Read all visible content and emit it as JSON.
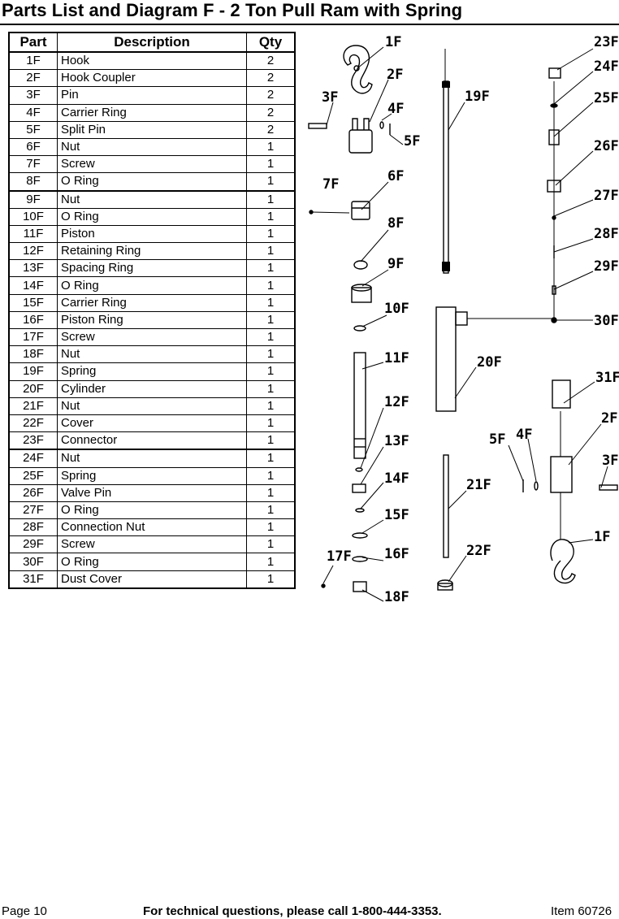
{
  "header": {
    "title": "Parts List and Diagram F - 2 Ton Pull Ram with Spring"
  },
  "table": {
    "headers": [
      "Part",
      "Description",
      "Qty"
    ],
    "rows": [
      [
        "1F",
        "Hook",
        "2"
      ],
      [
        "2F",
        "Hook Coupler",
        "2"
      ],
      [
        "3F",
        "Pin",
        "2"
      ],
      [
        "4F",
        "Carrier Ring",
        "2"
      ],
      [
        "5F",
        "Split Pin",
        "2"
      ],
      [
        "6F",
        "Nut",
        "1"
      ],
      [
        "7F",
        "Screw",
        "1"
      ],
      [
        "8F",
        "O Ring",
        "1"
      ],
      [
        "9F",
        "Nut",
        "1"
      ],
      [
        "10F",
        "O Ring",
        "1"
      ],
      [
        "11F",
        "Piston",
        "1"
      ],
      [
        "12F",
        "Retaining Ring",
        "1"
      ],
      [
        "13F",
        "Spacing Ring",
        "1"
      ],
      [
        "14F",
        "O Ring",
        "1"
      ],
      [
        "15F",
        "Carrier Ring",
        "1"
      ],
      [
        "16F",
        "Piston Ring",
        "1"
      ],
      [
        "17F",
        "Screw",
        "1"
      ],
      [
        "18F",
        "Nut",
        "1"
      ],
      [
        "19F",
        "Spring",
        "1"
      ],
      [
        "20F",
        "Cylinder",
        "1"
      ],
      [
        "21F",
        "Nut",
        "1"
      ],
      [
        "22F",
        "Cover",
        "1"
      ],
      [
        "23F",
        "Connector",
        "1"
      ],
      [
        "24F",
        "Nut",
        "1"
      ],
      [
        "25F",
        "Spring",
        "1"
      ],
      [
        "26F",
        "Valve Pin",
        "1"
      ],
      [
        "27F",
        "O Ring",
        "1"
      ],
      [
        "28F",
        "Connection Nut",
        "1"
      ],
      [
        "29F",
        "Screw",
        "1"
      ],
      [
        "30F",
        "O Ring",
        "1"
      ],
      [
        "31F",
        "Dust Cover",
        "1"
      ]
    ]
  },
  "diagram": {
    "callouts": [
      "1F",
      "2F",
      "3F",
      "4F",
      "5F",
      "6F",
      "7F",
      "8F",
      "9F",
      "10F",
      "11F",
      "12F",
      "13F",
      "14F",
      "15F",
      "16F",
      "17F",
      "18F",
      "19F",
      "20F",
      "21F",
      "22F",
      "23F",
      "24F",
      "25F",
      "26F",
      "27F",
      "28F",
      "29F",
      "30F",
      "31F",
      "2F",
      "3F",
      "4F",
      "5F",
      "1F"
    ]
  },
  "footer": {
    "page": "Page 10",
    "support": "For technical questions, please call 1-800-444-3353.",
    "item": "Item 60726"
  }
}
